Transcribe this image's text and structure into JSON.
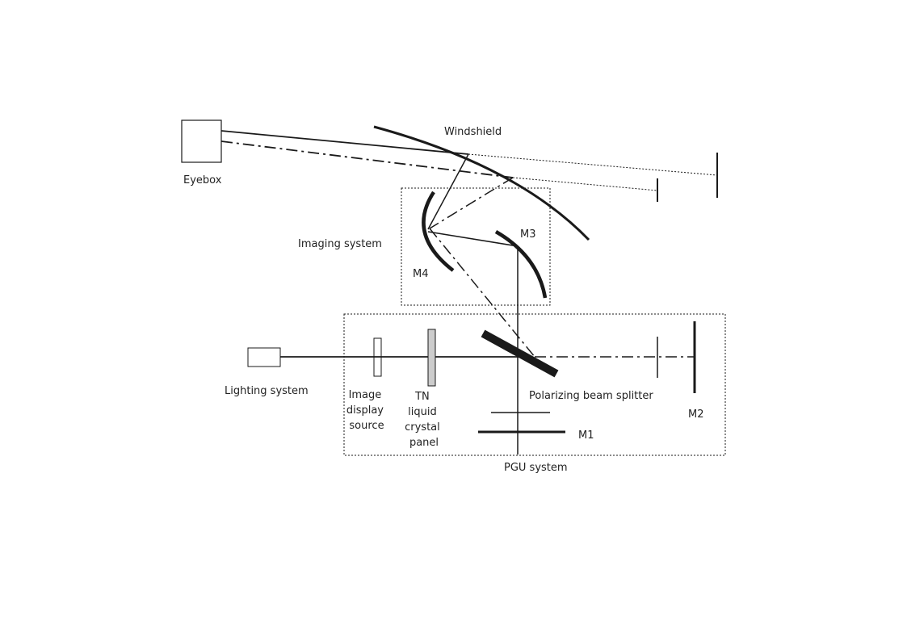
{
  "labels": {
    "windshield": "Windshield",
    "eyebox": "Eyebox",
    "imaging_system": "Imaging system",
    "m3": "M3",
    "m4": "M4",
    "lighting_system": "Lighting system",
    "image_display_source": [
      "Image",
      "display",
      "source"
    ],
    "tn_panel": [
      "TN",
      "liquid",
      "crystal",
      "panel"
    ],
    "polarizing_beam_splitter": "Polarizing beam splitter",
    "m1": "M1",
    "m2": "M2",
    "pgu_system": "PGU system"
  },
  "colors": {
    "line": "#1a1a1a",
    "panel_fill": "#cccccc",
    "text": "#222222"
  }
}
